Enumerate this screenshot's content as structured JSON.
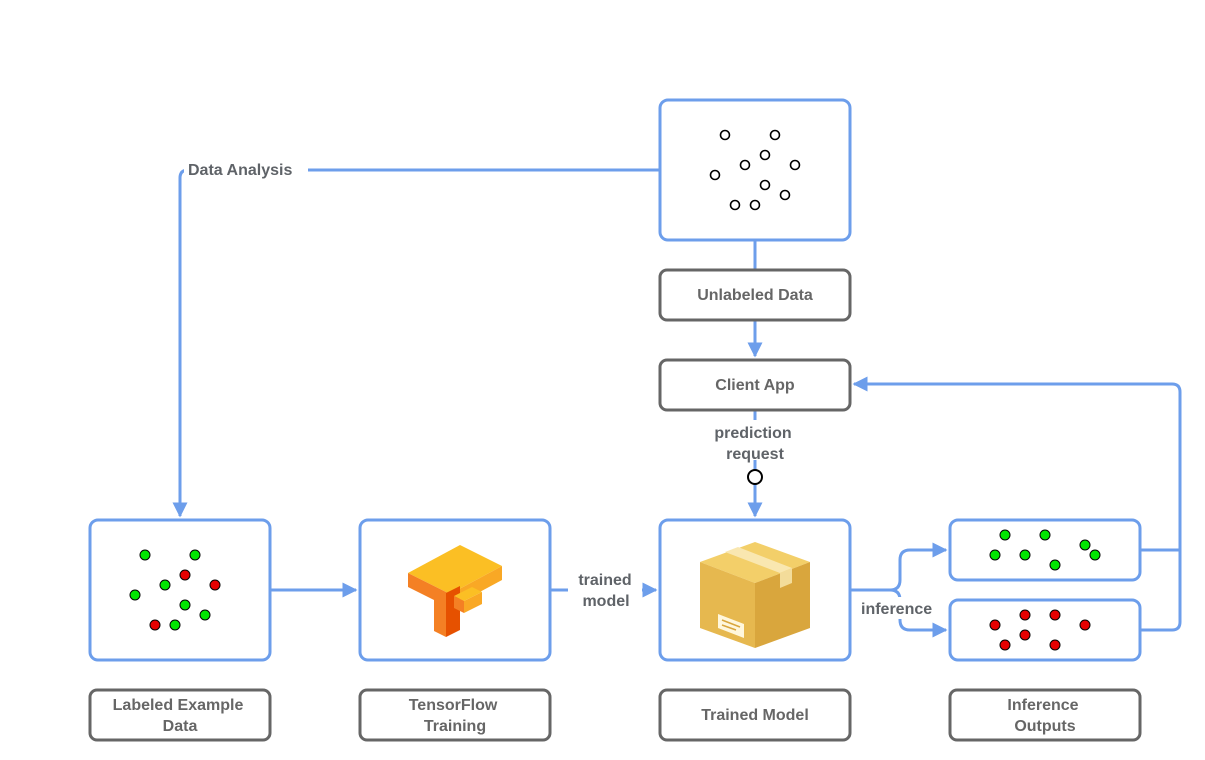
{
  "colors": {
    "accent": "#6d9eeb",
    "caption_border": "#666666",
    "text": "#666666",
    "dot_green": "#00e600",
    "dot_red": "#e60000",
    "box_brown": "#e6b84f",
    "tf_orange": "#f48024",
    "tf_yellow": "#fbbf24"
  },
  "captions": {
    "unlabeled_data": "Unlabeled Data",
    "client_app": "Client App",
    "labeled_example_data": [
      "Labeled Example",
      "Data"
    ],
    "tensorflow_training": [
      "TensorFlow",
      "Training"
    ],
    "trained_model": "Trained Model",
    "inference_outputs": [
      "Inference",
      "Outputs"
    ]
  },
  "edge_labels": {
    "data_analysis": "Data Analysis",
    "prediction_request": [
      "prediction",
      "request"
    ],
    "trained_model": [
      "trained",
      "model"
    ],
    "inference": "inference"
  },
  "icons": {
    "unlabeled_dots": "hollow-dots-icon",
    "labeled_dots": "labeled-dots-icon",
    "tensorflow": "tensorflow-logo-icon",
    "model_box": "cardboard-box-icon",
    "green_output": "green-dots-icon",
    "red_output": "red-dots-icon"
  }
}
